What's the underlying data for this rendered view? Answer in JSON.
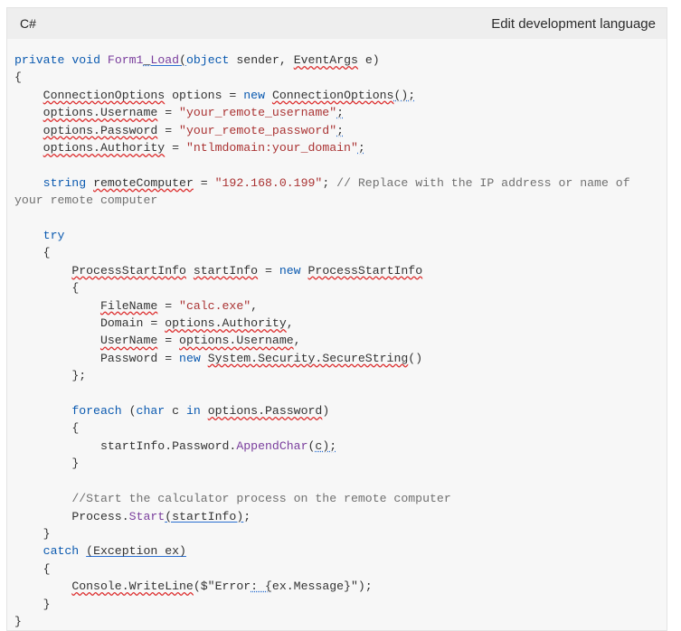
{
  "header": {
    "language": "C#",
    "edit_language_label": "Edit development language"
  },
  "code_lines": [
    [
      {
        "t": "private",
        "c": "kw"
      },
      {
        "t": " "
      },
      {
        "t": "void",
        "c": "kw"
      },
      {
        "t": " "
      },
      {
        "t": "Form1",
        "c": "fn"
      },
      {
        "t": "_",
        "c": "dot"
      },
      {
        "t": "Load",
        "c": "fn ul"
      },
      {
        "t": "(",
        "c": "ul"
      },
      {
        "t": "object",
        "c": "kw"
      },
      {
        "t": " sender, "
      },
      {
        "t": "EventArgs",
        "c": "wavy"
      },
      {
        "t": " e)"
      }
    ],
    [
      {
        "t": "{"
      }
    ],
    [
      {
        "t": "    "
      },
      {
        "t": "ConnectionOptions",
        "c": "wavy"
      },
      {
        "t": " options = "
      },
      {
        "t": "new",
        "c": "kw"
      },
      {
        "t": " "
      },
      {
        "t": "ConnectionOptions",
        "c": "wavy"
      },
      {
        "t": "();",
        "c": "dot"
      }
    ],
    [
      {
        "t": "    "
      },
      {
        "t": "options.Username",
        "c": "wavy"
      },
      {
        "t": " = "
      },
      {
        "t": "\"your_remote_username\"",
        "c": "st"
      },
      {
        "t": ";",
        "c": "dot"
      }
    ],
    [
      {
        "t": "    "
      },
      {
        "t": "options.Password",
        "c": "wavy"
      },
      {
        "t": " = "
      },
      {
        "t": "\"your_remote_password\"",
        "c": "st"
      },
      {
        "t": ";",
        "c": "dot"
      }
    ],
    [
      {
        "t": "    "
      },
      {
        "t": "options.Authority",
        "c": "wavy"
      },
      {
        "t": " = "
      },
      {
        "t": "\"ntlmdomain:your_domain\"",
        "c": "st"
      },
      {
        "t": ";",
        "c": "dot"
      }
    ],
    [
      {
        "t": ""
      }
    ],
    [
      {
        "t": "    "
      },
      {
        "t": "string",
        "c": "kw"
      },
      {
        "t": " "
      },
      {
        "t": "remoteComputer",
        "c": "wavy"
      },
      {
        "t": " = "
      },
      {
        "t": "\"192.168.0.199\"",
        "c": "st"
      },
      {
        "t": "; "
      },
      {
        "t": "// Replace with the IP address or name of your remote computer",
        "c": "cm"
      }
    ],
    [
      {
        "t": ""
      }
    ],
    [
      {
        "t": "    "
      },
      {
        "t": "try",
        "c": "kw"
      }
    ],
    [
      {
        "t": "    {"
      }
    ],
    [
      {
        "t": "        "
      },
      {
        "t": "ProcessStartInfo",
        "c": "wavy"
      },
      {
        "t": " "
      },
      {
        "t": "startInfo",
        "c": "wavy"
      },
      {
        "t": " = "
      },
      {
        "t": "new",
        "c": "kw"
      },
      {
        "t": " "
      },
      {
        "t": "ProcessStartInfo",
        "c": "wavy"
      }
    ],
    [
      {
        "t": "        {"
      }
    ],
    [
      {
        "t": "            "
      },
      {
        "t": "FileName",
        "c": "wavy"
      },
      {
        "t": " = "
      },
      {
        "t": "\"calc.exe\"",
        "c": "st"
      },
      {
        "t": ","
      }
    ],
    [
      {
        "t": "            Domain = "
      },
      {
        "t": "options.Authority",
        "c": "wavy"
      },
      {
        "t": ","
      }
    ],
    [
      {
        "t": "            "
      },
      {
        "t": "UserName",
        "c": "wavy"
      },
      {
        "t": " = "
      },
      {
        "t": "options.Username",
        "c": "wavy"
      },
      {
        "t": ","
      }
    ],
    [
      {
        "t": "            Password = "
      },
      {
        "t": "new",
        "c": "kw"
      },
      {
        "t": " "
      },
      {
        "t": "System.Security.SecureString",
        "c": "wavy"
      },
      {
        "t": "()"
      }
    ],
    [
      {
        "t": "        };"
      }
    ],
    [
      {
        "t": ""
      }
    ],
    [
      {
        "t": "        "
      },
      {
        "t": "foreach",
        "c": "kw"
      },
      {
        "t": " ("
      },
      {
        "t": "char",
        "c": "kw"
      },
      {
        "t": " c "
      },
      {
        "t": "in",
        "c": "kw"
      },
      {
        "t": " "
      },
      {
        "t": "options.Password",
        "c": "wavy"
      },
      {
        "t": ")"
      }
    ],
    [
      {
        "t": "        {"
      }
    ],
    [
      {
        "t": "            startInfo.Password."
      },
      {
        "t": "AppendChar",
        "c": "fn"
      },
      {
        "t": "("
      },
      {
        "t": "c);",
        "c": "dot"
      }
    ],
    [
      {
        "t": "        }"
      }
    ],
    [
      {
        "t": ""
      }
    ],
    [
      {
        "t": "        "
      },
      {
        "t": "//Start the calculator process on the remote computer",
        "c": "cm"
      }
    ],
    [
      {
        "t": "        Process."
      },
      {
        "t": "Start",
        "c": "fn"
      },
      {
        "t": "(startInfo)",
        "c": "ul"
      },
      {
        "t": ";"
      }
    ],
    [
      {
        "t": "    }"
      }
    ],
    [
      {
        "t": "    "
      },
      {
        "t": "catch",
        "c": "kw"
      },
      {
        "t": " "
      },
      {
        "t": "(Exception ex)",
        "c": "ul"
      }
    ],
    [
      {
        "t": "    {"
      }
    ],
    [
      {
        "t": "        "
      },
      {
        "t": "Console.WriteLine",
        "c": "wavy"
      },
      {
        "t": "($\"Error"
      },
      {
        "t": ": {",
        "c": "dot"
      },
      {
        "t": "ex.Message}\");"
      }
    ],
    [
      {
        "t": "    }"
      }
    ],
    [
      {
        "t": "}"
      }
    ]
  ]
}
